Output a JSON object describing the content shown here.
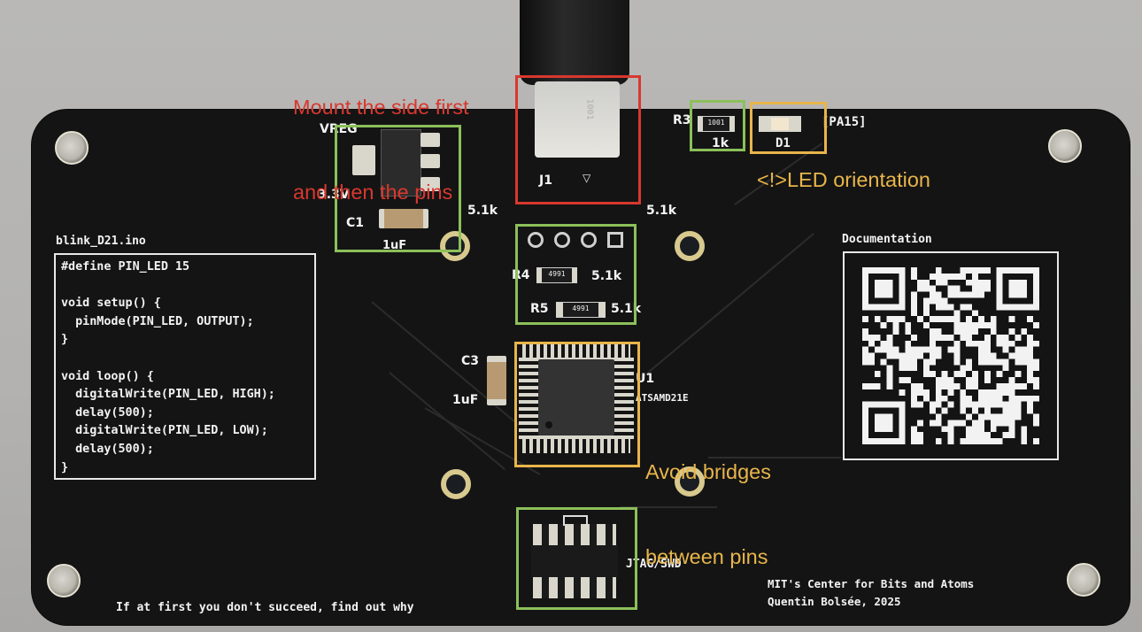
{
  "image": {
    "subject": "Black PCB (SAMD21 blink board) photographed on a grey surface with colored annotation boxes",
    "colors": {
      "background": "#b5b4b2",
      "board": "#141414",
      "silkscreen": "#f3f3f3",
      "annotation_red": "#d8382f",
      "annotation_green": "#8cc05a",
      "annotation_yellow": "#e8b54a"
    }
  },
  "annotations": {
    "usb_note": [
      "Mount the side first",
      "and then the pins"
    ],
    "led_note": "<!>LED orientation",
    "mcu_note": [
      "Avoid bridges",
      "between pins"
    ]
  },
  "silkscreen": {
    "vreg": "VREG",
    "v33": "3.3V",
    "c1": "C1",
    "c1_value": "1uF",
    "j1": "J1",
    "j1_marker": "▽",
    "r3": "R3",
    "r3_value": "1k",
    "r3_code": "1001",
    "d1": "D1",
    "pa15": "[PA15]",
    "res_5k1_left": "5.1k",
    "res_5k1_right": "5.1k",
    "r4": "R4",
    "r4_value": "5.1k",
    "r4_code": "4991",
    "r5": "R5",
    "r5_value": "5.1k",
    "r5_code": "4991",
    "c3": "C3",
    "c3_value": "1uF",
    "u1": "U1",
    "u1_part": "ATSAMD21E",
    "jtag": "JTAG/SWD",
    "code_title": "blink_D21.ino",
    "code_lines": [
      "#define PIN_LED 15",
      "",
      "void setup() {",
      "  pinMode(PIN_LED, OUTPUT);",
      "}",
      "",
      "void loop() {",
      "  digitalWrite(PIN_LED, HIGH);",
      "  delay(500);",
      "  digitalWrite(PIN_LED, LOW);",
      "  delay(500);",
      "}"
    ],
    "doc_title": "Documentation",
    "motto": "If at first you don't succeed, find out why",
    "credit_1": "MIT's Center for Bits and Atoms",
    "credit_2": "Quentin Bolsée, 2025"
  }
}
